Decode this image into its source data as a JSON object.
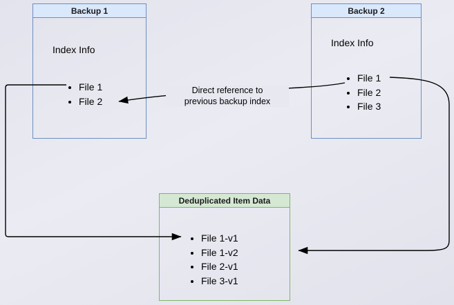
{
  "diagram": {
    "backup1": {
      "title": "Backup 1",
      "body_label": "Index Info",
      "files": [
        "File 1",
        "File 2"
      ]
    },
    "backup2": {
      "title": "Backup 2",
      "body_label": "Index Info",
      "files": [
        "File 1",
        "File 2",
        "File 3"
      ]
    },
    "dedup": {
      "title": "Deduplicated Item Data",
      "items": [
        "File 1-v1",
        "File 1-v2",
        "File 2-v1",
        "File 3-v1"
      ]
    },
    "arrow_label": {
      "line1": "Direct reference to",
      "line2": "previous backup index"
    },
    "colors": {
      "blue_border": "#6c8ebf",
      "blue_fill": "#dae8fc",
      "green_border": "#82b366",
      "green_fill": "#d5e8d4",
      "arrow": "#000000"
    }
  }
}
